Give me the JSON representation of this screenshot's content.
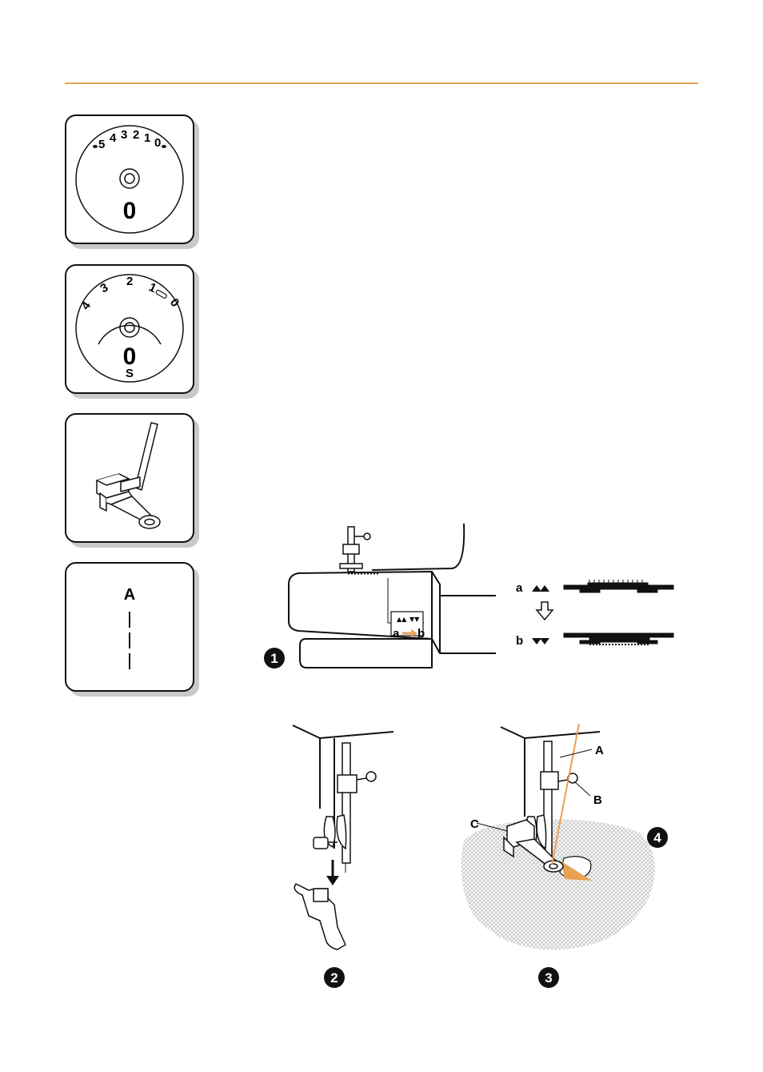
{
  "accent_color": "#E8A055",
  "panels": {
    "stitch_width_dial": {
      "scale": [
        "5",
        "4",
        "3",
        "2",
        "1",
        "0"
      ],
      "setting": "0"
    },
    "stitch_length_dial": {
      "scale": [
        "4",
        "3",
        "2",
        "1",
        "0"
      ],
      "setting": "0",
      "sub_label": "S"
    },
    "presser_foot": {
      "icon": "darning-foot-icon"
    },
    "stitch_pattern": {
      "letter": "A"
    }
  },
  "figure1": {
    "step": "❶",
    "switch_from": "a",
    "switch_to": "b",
    "label_a": "a",
    "label_b": "b"
  },
  "figure2": {
    "step": "❷"
  },
  "figure3": {
    "step": "❸",
    "label_A": "A",
    "label_B": "B",
    "label_C": "C"
  },
  "figure4": {
    "step": "❹"
  }
}
